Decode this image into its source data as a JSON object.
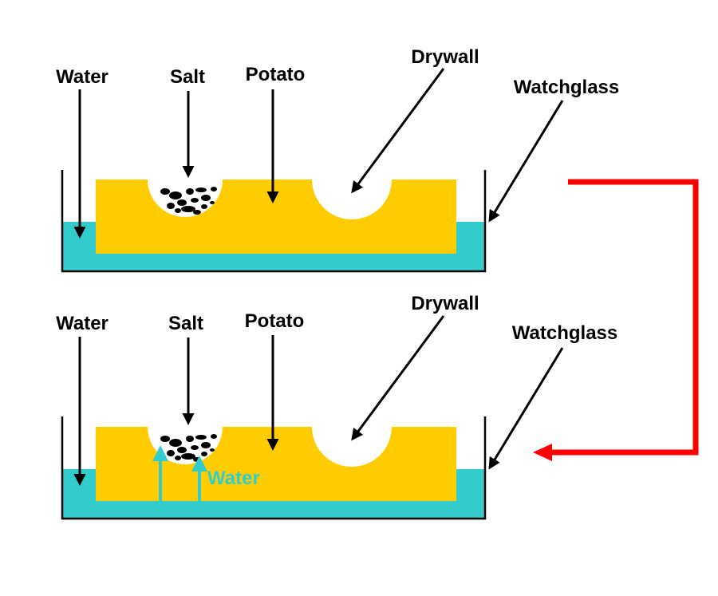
{
  "colors": {
    "water": "#33cccc",
    "potato": "#ffcc00",
    "outline": "#000000",
    "transition_arrow": "#ff0000",
    "background": "#ffffff"
  },
  "panels": [
    {
      "id": "before",
      "labels": {
        "water": "Water",
        "salt": "Salt",
        "potato": "Potato",
        "drywall": "Drywall",
        "watchglass": "Watchglass"
      }
    },
    {
      "id": "after",
      "labels": {
        "water": "Water",
        "salt": "Salt",
        "potato": "Potato",
        "drywall": "Drywall",
        "watchglass": "Watchglass",
        "water_flow": "Water"
      }
    }
  ],
  "icons": {
    "pointer": "arrow-icon",
    "flow": "water-flow-arrow-icon",
    "transition": "transition-arrow-icon",
    "salt": "salt-crystals-icon"
  }
}
